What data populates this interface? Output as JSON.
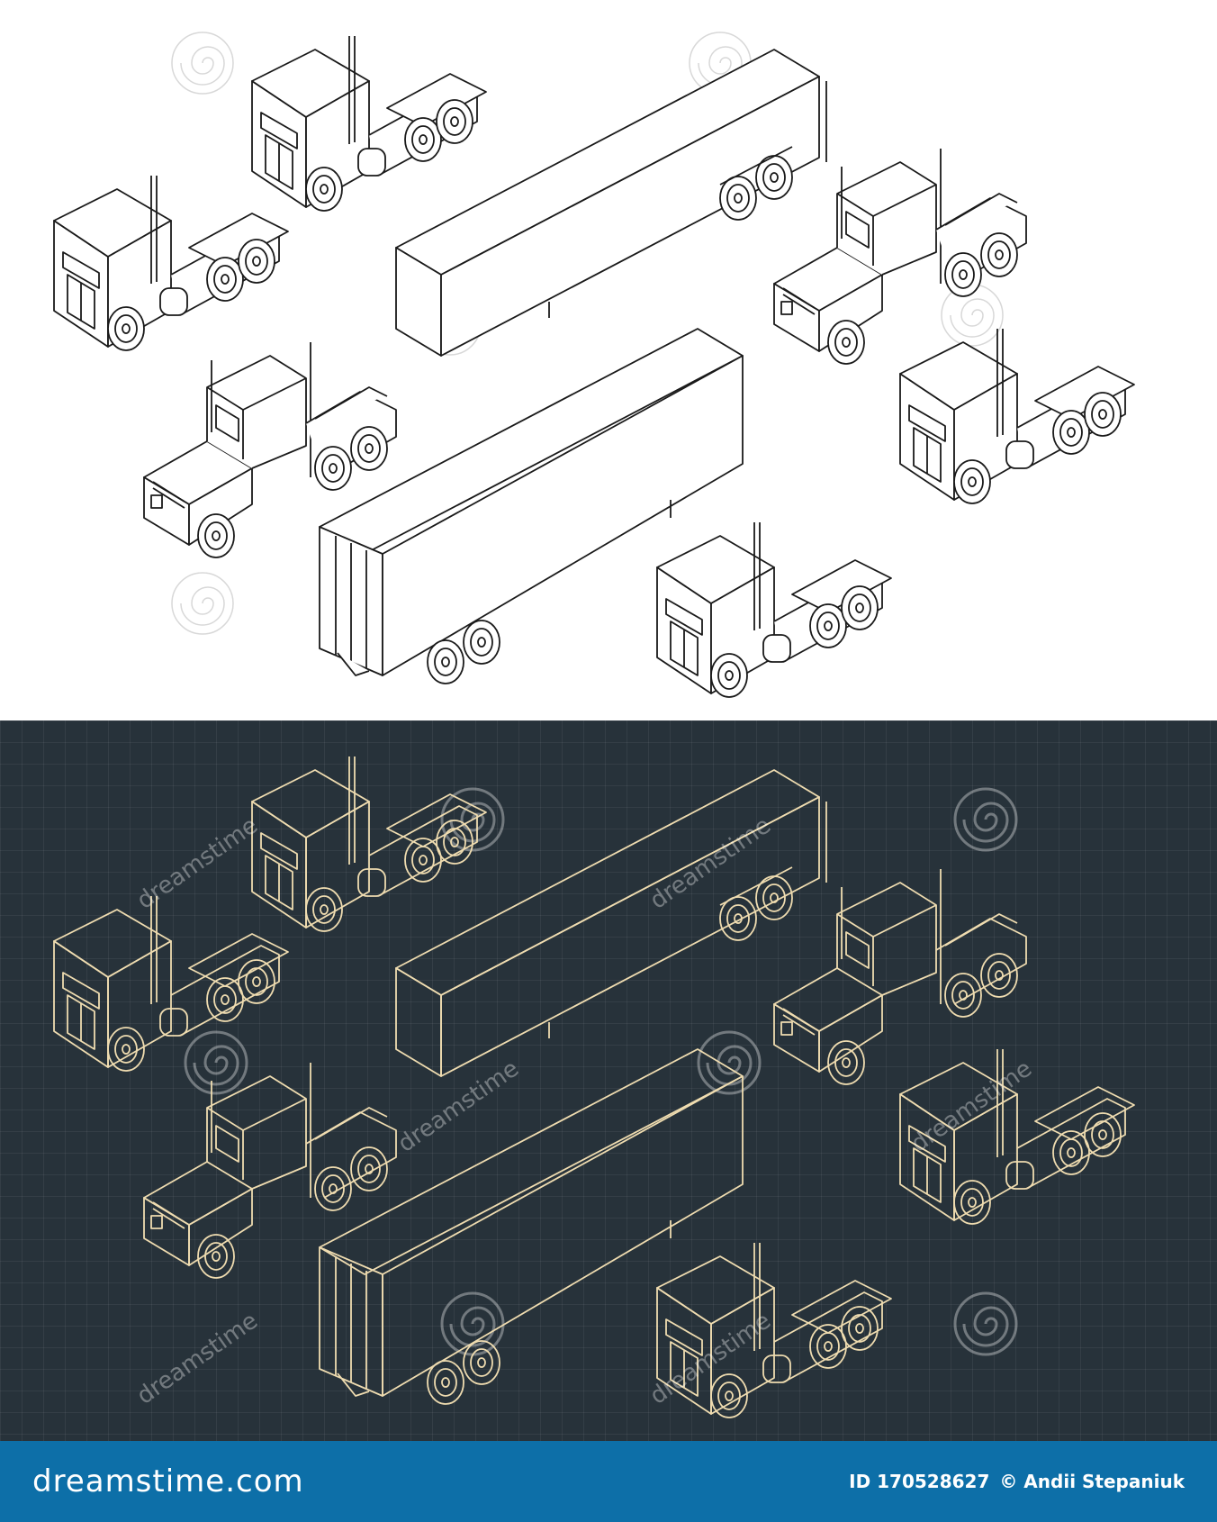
{
  "watermark": {
    "text": "dreamstime"
  },
  "footer": {
    "brand": "dreamstime.com",
    "id_text": "ID 170528627",
    "author": "© Andii Stepaniuk"
  },
  "colors": {
    "light_bg": "#ffffff",
    "light_stroke": "#1a1a1a",
    "dark_bg": "#27323a",
    "dark_stroke": "#efdcb0",
    "footer_bg": "#0d6fa8"
  }
}
